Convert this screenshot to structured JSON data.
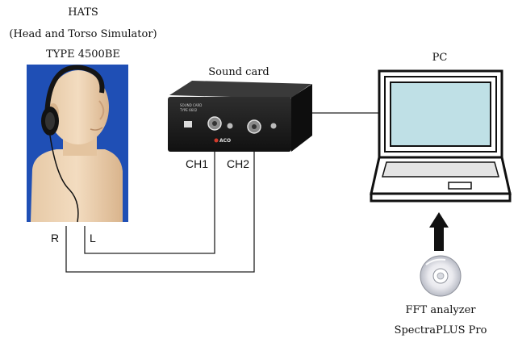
{
  "hats": {
    "title": "HATS",
    "subtitle": "(Head and Torso Simulator)",
    "model": "TYPE 4500BE",
    "port_right": "R",
    "port_left": "L"
  },
  "soundcard": {
    "title": "Sound card",
    "ch1": "CH1",
    "ch2": "CH2",
    "panel_brand": "ACO",
    "panel_label": "SOUND CARD",
    "panel_type": "TYPE 6602"
  },
  "pc": {
    "title": "PC"
  },
  "software": {
    "line1": "FFT analyzer",
    "line2": "SpectraPLUS Pro"
  },
  "colors": {
    "hats_bg": "#1f4fb5",
    "screen": "#bfe0e6",
    "device_body": "#1b1b1b",
    "wire": "#222222"
  }
}
